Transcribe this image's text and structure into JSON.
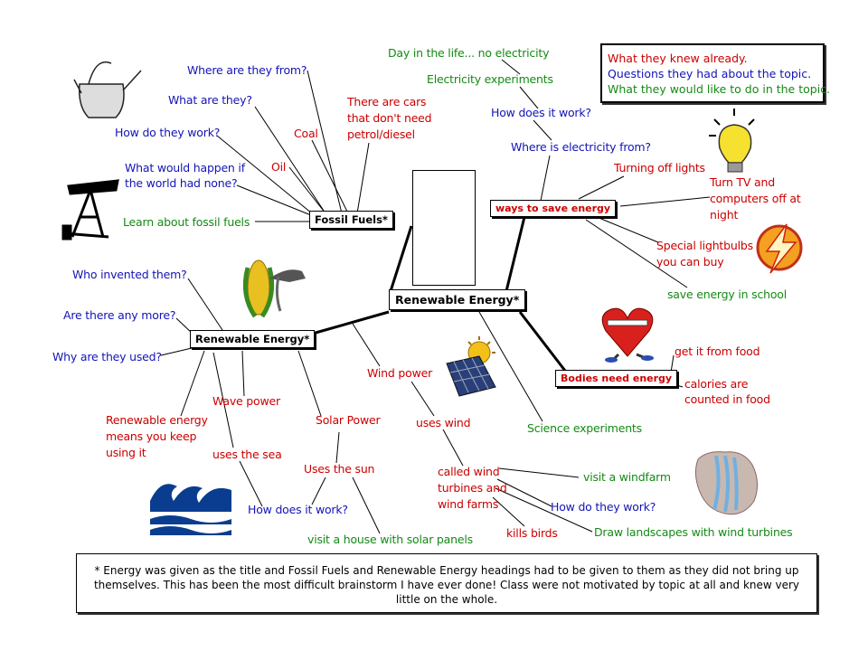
{
  "center": {
    "label": "Renewable Energy*"
  },
  "nodes": {
    "fossil_fuels": "Fossil Fuels*",
    "ways_to_save": "ways to save energy",
    "renewable_energy": "Renewable Energy*",
    "bodies_need_energy": "Bodies need energy"
  },
  "legend": {
    "knew": "What they knew already.",
    "questions": "Questions they had about the topic.",
    "todo": "What they would like to do in the topic."
  },
  "colors": {
    "knew": "#cc0000",
    "questions": "#1414b8",
    "todo": "#158a15"
  },
  "labels": {
    "where_from": "Where are they from?",
    "what_are": "What are they?",
    "how_work_ff": "How do they work?",
    "what_if_none_1": "What would happen if",
    "what_if_none_2": "the world had none?",
    "learn_ff": "Learn about fossil fuels",
    "coal": "Coal",
    "oil": "Oil",
    "cars_1": "There are cars",
    "cars_2": "that don't need",
    "cars_3": "petrol/diesel",
    "day_in_life": "Day in the life... no electricity",
    "elec_experiments": "Electricity experiments",
    "how_does_it_work_top": "How does it work?",
    "where_electricity": "Where is electricity from?",
    "turning_off": "Turning off lights",
    "turn_tv_1": "Turn TV and",
    "turn_tv_2": "computers off at",
    "turn_tv_3": "night",
    "special_1": "Special lightbulbs",
    "special_2": "you can buy",
    "save_school": "save energy in school",
    "get_food": "get it from food",
    "calories_1": "calories are",
    "calories_2": "counted in food",
    "who_invented": "Who invented them?",
    "any_more": "Are there any more?",
    "why_used": "Why are they used?",
    "renew_means_1": "Renewable energy",
    "renew_means_2": "means you keep",
    "renew_means_3": "using it",
    "wave_power": "Wave power",
    "uses_sea": "uses the sea",
    "solar_power": "Solar Power",
    "uses_sun": "Uses the sun",
    "how_does_it_work_bottom": "How does it work?",
    "visit_house": "visit a house with solar panels",
    "wind_power": "Wind power",
    "uses_wind": "uses wind",
    "called_wind_1": "called wind",
    "called_wind_2": "turbines and",
    "called_wind_3": "wind farms",
    "kills_birds": "kills birds",
    "science_exp": "Science experiments",
    "visit_windfarm": "visit a windfarm",
    "how_they_work": "How do they work?",
    "draw_landscapes": "Draw landscapes with wind turbines"
  },
  "footnote": "* Energy was given as the title and Fossil Fuels and Renewable Energy headings had to be given to them as they did not bring up themselves. This has been the most difficult brainstorm I have ever done! Class were not motivated by topic at all and knew very little on the whole.",
  "icons": [
    "watering-can-icon",
    "oil-pump-icon",
    "corn-fuel-icon",
    "solar-panel-icon",
    "waves-icon",
    "lightbulb-icon",
    "lightning-icon",
    "heart-runner-icon",
    "waterfall-icon",
    "wind-turbine-icon"
  ]
}
